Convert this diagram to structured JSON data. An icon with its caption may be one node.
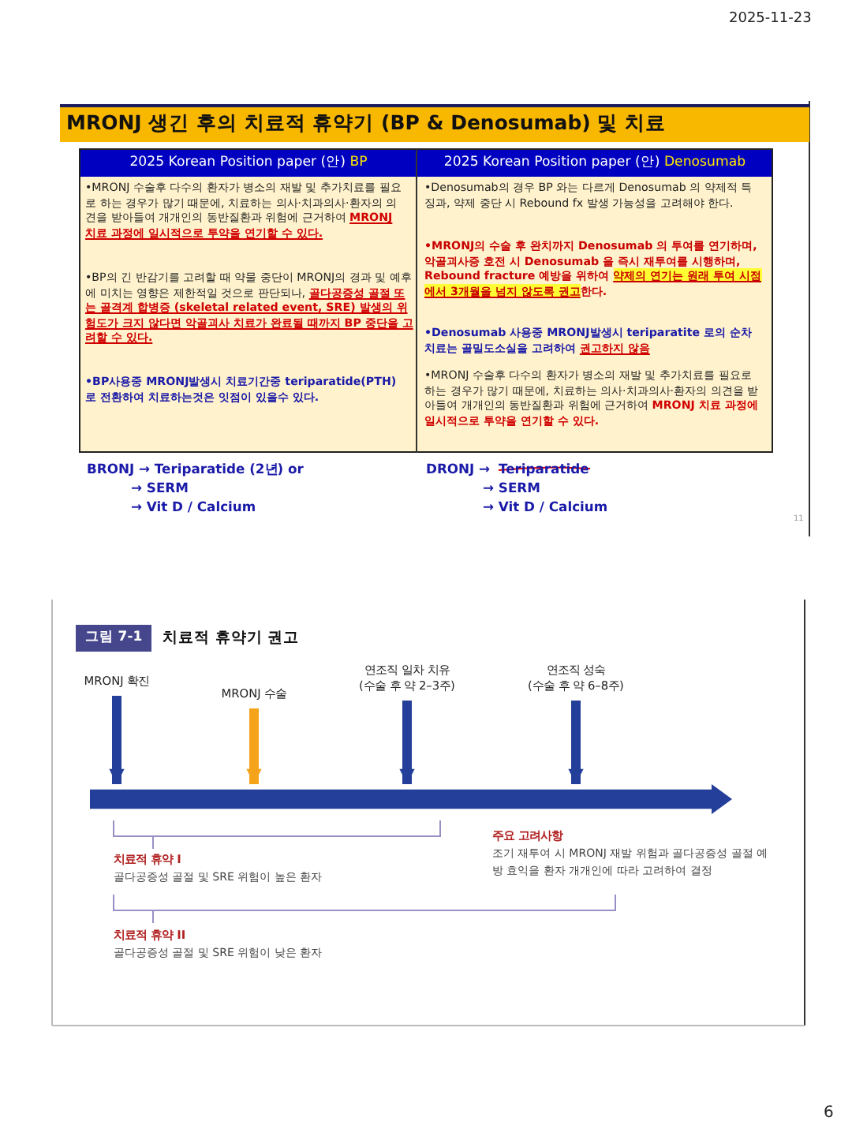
{
  "diagram": {
    "title": "MRONJ 생긴 후의 치료적 휴약기 (BP & Denosumab) 및 치료",
    "nodes": [
      {
        "text": [
          "MRONJ 확진"
        ]
      },
      {
        "text": [
          "MRONJ 수술"
        ]
      },
      {
        "text": [
          "연조직 일차 치유",
          "(수술 후 약 2–3주)"
        ]
      },
      {
        "text": [
          "연조직 성숙",
          "(수술 후 약 6–8주)"
        ]
      },
      {
        "text": [],
        "shape": "arrow"
      }
    ],
    "edges": [
      {
        "from": 0,
        "to": 4,
        "arrow": "to"
      },
      {
        "from": 1,
        "to": 4,
        "arrow": "to",
        "color": "#f5a31a"
      },
      {
        "from": 2,
        "to": 4,
        "arrow": "to"
      },
      {
        "from": 3,
        "to": 4,
        "arrow": "to"
      }
    ],
    "labels": [
      "2025-11-23",
      "2025 Korean Position paper (안) *BP*",
      "2025 Korean Position paper (안) *Denosumab*",
      "•MRONJ 수술후 다수의 환자가 병소의 재발 및 추가치료를 필요로 하는 경우가 많기 때문에, 치료하는 의사·치과의사·환자의 의견을 받아들여 개개인의 동반질환과 위험에 근거하여 **MRONJ 치료 과정에 일시적으로 투약을 연기할 수 있다.**",
      "•BP의 긴 반감기를 고려할 때 약물 중단이 MRONJ의 경과 및 예후에 미치는 영향은 제한적일 것으로 판단되나, **골다공증성 골절 또는 골격계 합병증 (skeletal related event, SRE) 발생의 위험도가 크지 않다면 악골괴사 치료가 완료될 때까지 BP 중단을 고려할 수 있다.**",
      "•BP사용중 MRONJ발생시 치료기간중 teriparatide(PTH)로 전환하여 치료하는것은 잇점이 있을수 있다.",
      "•Denosumab의 경우 BP 와는 다르게 Denosumab 의 약제적 특징과, 약제 중단 시 Rebound fx 발생 가능성을 고려해야 한다.",
      "•MRONJ의 수술 후 완치까지 Denosumab 의 투여를 연기하며, 악골괴사증 호전 시 Denosumab 을 즉시 재투여를 시행하며, Rebound fracture 예방을 위하여 **약제의 연기는 원래 투여 시점에서 3개월을 넘지 않도록 권고**한다.",
      "•Denosumab 사용중 MRONJ발생시 teriparatite 로의 순차치료는 골밀도소실을 고려하여 **권고하지 않음**",
      "•MRONJ 수술후 다수의 환자가 병소의 재발 및 추가치료를 필요로 하는 경우가 많기 때문에, 치료하는 의사·치과의사·환자의 의견을 받아들여 개개인의 동반질환과 위험에 근거하여 **MRONJ 치료 과정에 일시적으로 투약을 연기할 수 있다.**",
      "BRONJ → Teriparatide (2년) or",
      "→ SERM",
      "→ Vit D / Calcium",
      "DRONJ →",
      "Teriparatide",
      "→ SERM",
      "→ Vit D / Calcium",
      "11",
      "그림 7-1",
      "치료적 휴약기 권고",
      "치료적 휴약 I",
      "골다공증성 골절 및 SRE 위험이 높은 환자",
      "주요 고려사항",
      "조기 재투여 시 MRONJ 재발 위험과 골다공증성 골절 예방 효익을 환자 개개인에 따라 고려하여 결정",
      "치료적 휴약 II",
      "골다공증성 골절 및 SRE 위험이 낮은 환자",
      "6"
    ]
  }
}
